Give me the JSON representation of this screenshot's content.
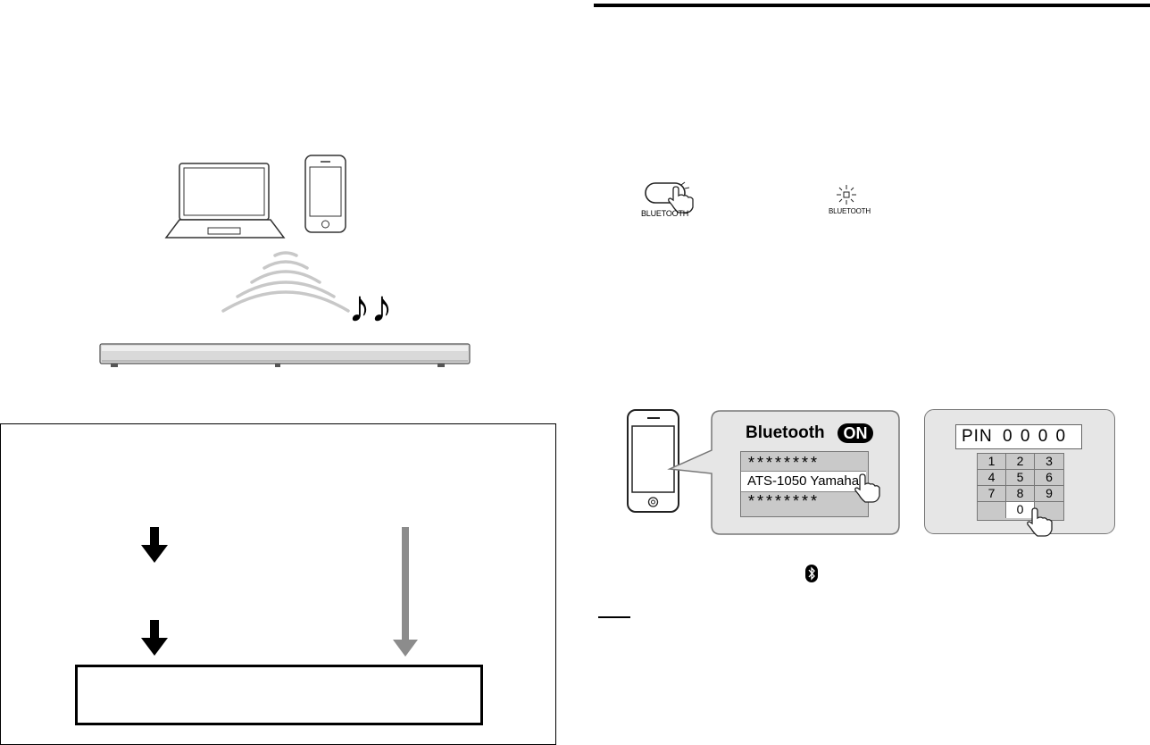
{
  "top_rule": {
    "color": "#000000"
  },
  "left_illustration": {
    "devices": [
      "laptop-icon",
      "smartphone-icon"
    ],
    "soundbar": "soundbar-icon",
    "music_glyph": "♪♪"
  },
  "flow_panel": {
    "left_arrow_color": "#000000",
    "right_arrow_color": "#8c8c8c"
  },
  "bluetooth_key": {
    "label": "BLUETOOTH",
    "indicator_label": "BLUETOOTH"
  },
  "pairing": {
    "bubble_title": "Bluetooth",
    "on_badge": "ON",
    "list": [
      "********",
      "ATS-1050 Yamaha",
      "********"
    ],
    "pin_label": "PIN",
    "pin_value": "0 0 0 0",
    "keypad": [
      "1",
      "2",
      "3",
      "4",
      "5",
      "6",
      "7",
      "8",
      "9",
      "0"
    ]
  },
  "bluetooth_symbol": "bluetooth-icon",
  "colors": {
    "panel_gray": "#e6e6e6",
    "list_gray": "#c9c9c9",
    "arrow_gray": "#8c8c8c"
  }
}
